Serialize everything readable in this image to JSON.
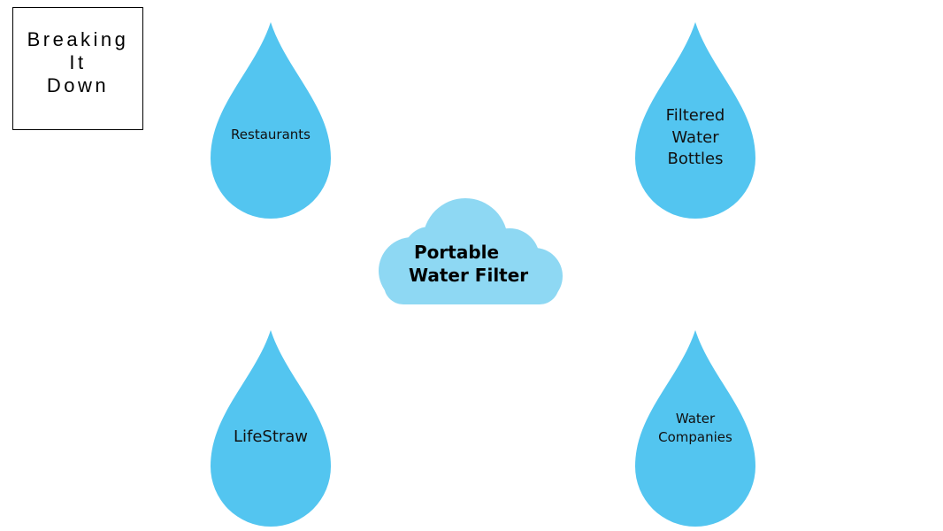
{
  "title": {
    "lines": [
      "Breaking",
      "It",
      "Down"
    ]
  },
  "center": {
    "lines": [
      "Portable",
      "Water Filter"
    ],
    "color": "#8ED8F3"
  },
  "drops": {
    "color": "#53C5F0",
    "top_left": {
      "lines": [
        "Restaurants"
      ]
    },
    "top_right": {
      "lines": [
        "Filtered",
        "Water",
        "Bottles"
      ]
    },
    "bottom_left": {
      "lines": [
        "LifeStraw"
      ]
    },
    "bottom_right": {
      "lines": [
        "Water",
        "Companies"
      ]
    }
  }
}
